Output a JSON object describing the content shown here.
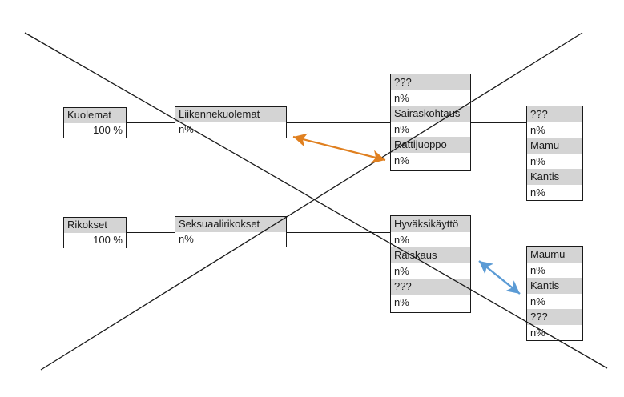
{
  "diagram": {
    "title": "",
    "colors": {
      "header_fill": "#d4d4d4",
      "body_fill": "#ffffff",
      "border": "#1a1a1a",
      "orange_arrow": "#e08020",
      "blue_arrow": "#5b9bd5",
      "strike_line": "#1a1a1a"
    },
    "nodes": [
      {
        "id": "kuolemat",
        "rows": [
          {
            "label": "Kuolemat",
            "style": "shade"
          },
          {
            "label": "100 %",
            "style": "plain right"
          }
        ]
      },
      {
        "id": "liikennekuolemat",
        "rows": [
          {
            "label": "Liikennekuolemat",
            "style": "shade"
          },
          {
            "label": "n%",
            "style": "plain"
          }
        ]
      },
      {
        "id": "liikennekuolemat-causes",
        "rows": [
          {
            "label": "???",
            "style": "shade"
          },
          {
            "label": "n%",
            "style": "plain"
          },
          {
            "label": "Sairaskohtaus",
            "style": "shade"
          },
          {
            "label": "n%",
            "style": "plain"
          },
          {
            "label": "Rattijuoppo",
            "style": "shade"
          },
          {
            "label": "n%",
            "style": "plain"
          }
        ]
      },
      {
        "id": "rattijuoppo-breakdown",
        "rows": [
          {
            "label": "???",
            "style": "shade"
          },
          {
            "label": "n%",
            "style": "plain"
          },
          {
            "label": "Mamu",
            "style": "shade"
          },
          {
            "label": "n%",
            "style": "plain"
          },
          {
            "label": "Kantis",
            "style": "shade"
          },
          {
            "label": "n%",
            "style": "plain"
          }
        ]
      },
      {
        "id": "rikokset",
        "rows": [
          {
            "label": "Rikokset",
            "style": "shade"
          },
          {
            "label": "100 %",
            "style": "plain right"
          }
        ]
      },
      {
        "id": "seksuaalirikokset",
        "rows": [
          {
            "label": "Seksuaalirikokset",
            "style": "shade"
          },
          {
            "label": "n%",
            "style": "plain"
          }
        ]
      },
      {
        "id": "seksuaalirikokset-types",
        "rows": [
          {
            "label": "Hyväksikäyttö",
            "style": "shade"
          },
          {
            "label": "n%",
            "style": "plain"
          },
          {
            "label": "Raiskaus",
            "style": "shade"
          },
          {
            "label": "n%",
            "style": "plain"
          },
          {
            "label": "???",
            "style": "shade"
          },
          {
            "label": "n%",
            "style": "plain"
          }
        ]
      },
      {
        "id": "raiskaus-breakdown",
        "rows": [
          {
            "label": "Maumu",
            "style": "shade"
          },
          {
            "label": "n%",
            "style": "plain"
          },
          {
            "label": "Kantis",
            "style": "shade"
          },
          {
            "label": "n%",
            "style": "plain"
          },
          {
            "label": "???",
            "style": "shade"
          },
          {
            "label": "n%",
            "style": "plain"
          }
        ]
      }
    ],
    "annotations": [
      {
        "id": "orange-double-arrow",
        "color": "#e08020"
      },
      {
        "id": "blue-double-arrow",
        "color": "#5b9bd5"
      },
      {
        "id": "strikethrough-cross",
        "color": "#1a1a1a"
      }
    ]
  }
}
